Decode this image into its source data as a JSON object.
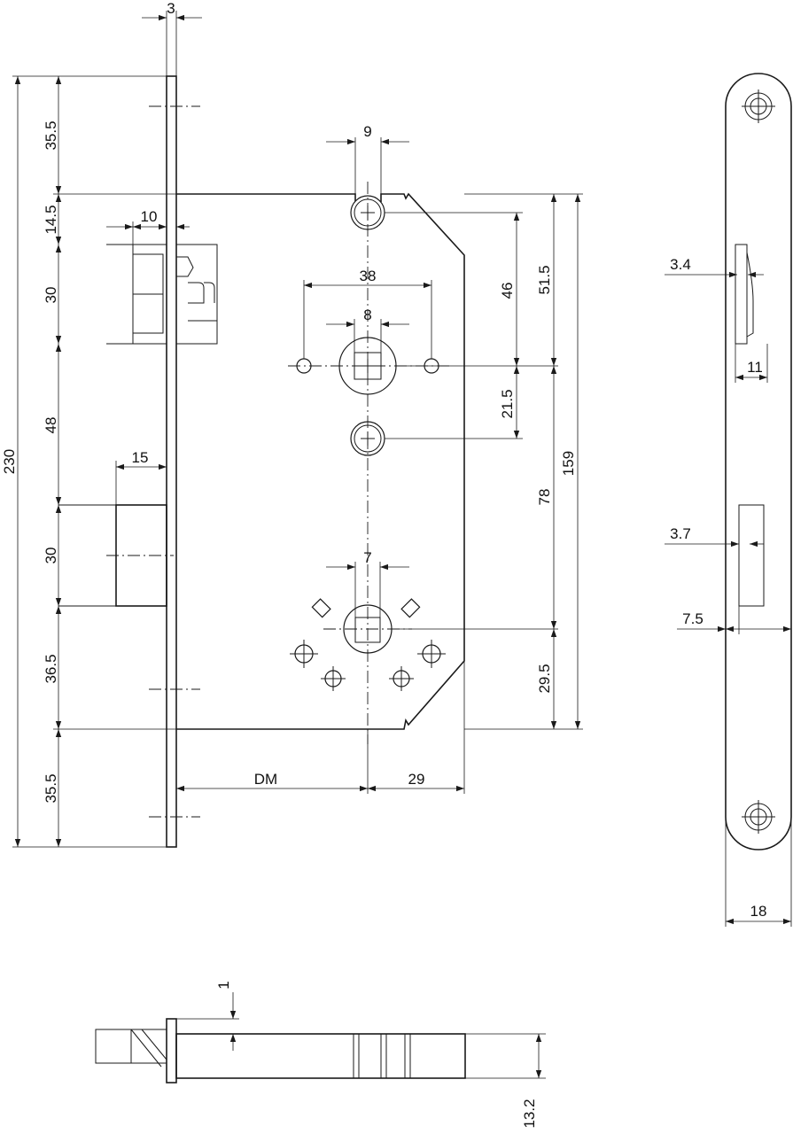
{
  "front_view": {
    "faceplate_thickness": "3",
    "total_height": "230",
    "top_to_case": "35.5",
    "case_to_latch": "14.5",
    "latch_height": "30",
    "latch_to_bolt": "48",
    "bolt_height": "30",
    "bolt_to_case": "36.5",
    "case_to_bottom": "35.5",
    "latch_projection": "10",
    "bolt_projection": "15",
    "cylinder_slot_width": "9",
    "lever_hole_spacing": "38",
    "follower_square": "8",
    "cylinder_to_follower": "46",
    "case_top_to_follower": "51.5",
    "follower_to_lower_hole": "21.5",
    "total_case_height": "159",
    "follower_to_lower_spindle": "78",
    "lower_spindle_to_case": "29.5",
    "lower_square": "7",
    "backset": "DM",
    "spindle_to_case_back": "29"
  },
  "strike_plate": {
    "latch_recess_depth": "3.4",
    "latch_window_width": "11",
    "bolt_recess_depth": "3.7",
    "bolt_edge_offset": "7.5",
    "plate_width": "18"
  },
  "top_view": {
    "plate_offset": "1",
    "case_thickness": "13.2"
  }
}
